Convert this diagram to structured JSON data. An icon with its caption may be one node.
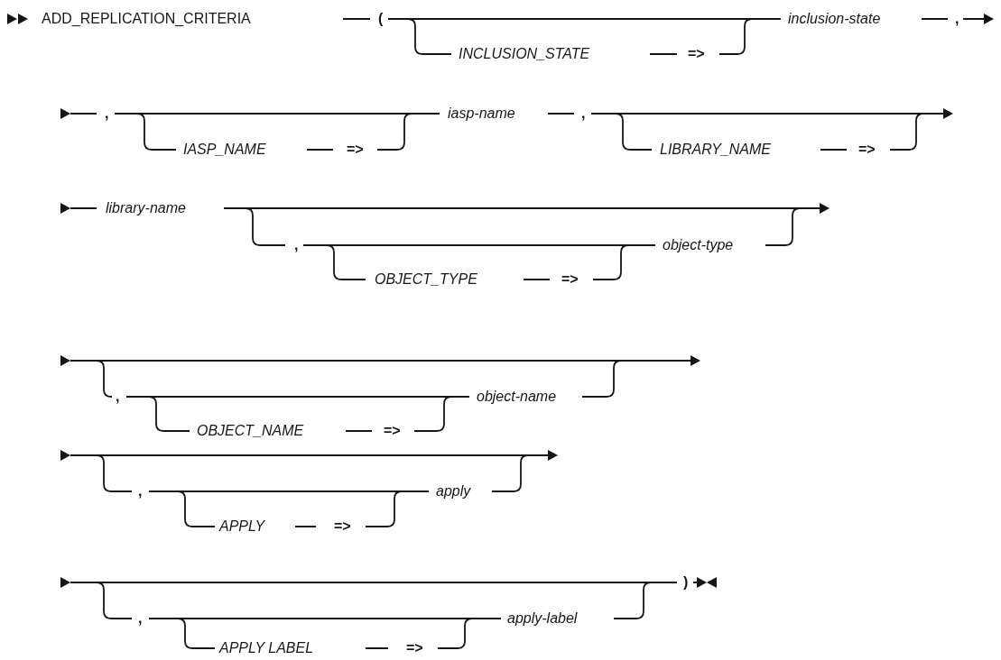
{
  "diagram": {
    "labels": [
      "ADD_REPLICATION_CRITERIA",
      "(",
      "inclusion-state",
      ",",
      "INCLUSION_STATE",
      "=>",
      ",",
      "iasp-name",
      ",",
      "IASP_NAME",
      "=>",
      "LIBRARY_NAME",
      "=>",
      "library-name",
      ",",
      "object-type",
      "OBJECT_TYPE",
      "=>",
      ",",
      "object-name",
      "OBJECT_NAME",
      "=>",
      ",",
      "apply",
      "APPLY",
      "=>",
      ")",
      ",",
      "apply-label",
      "APPLY LABEL",
      "=>"
    ]
  }
}
